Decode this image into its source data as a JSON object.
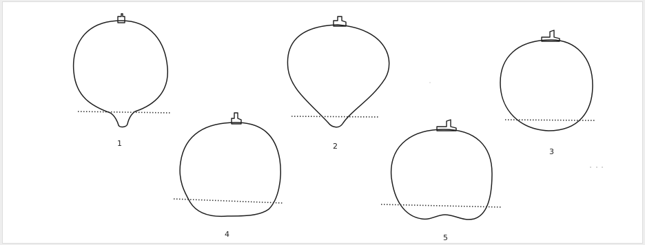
{
  "figure": {
    "shapes": [
      {
        "id": 1,
        "label": "1"
      },
      {
        "id": 2,
        "label": "2"
      },
      {
        "id": 3,
        "label": "3"
      },
      {
        "id": 4,
        "label": "4"
      },
      {
        "id": 5,
        "label": "5"
      }
    ]
  }
}
